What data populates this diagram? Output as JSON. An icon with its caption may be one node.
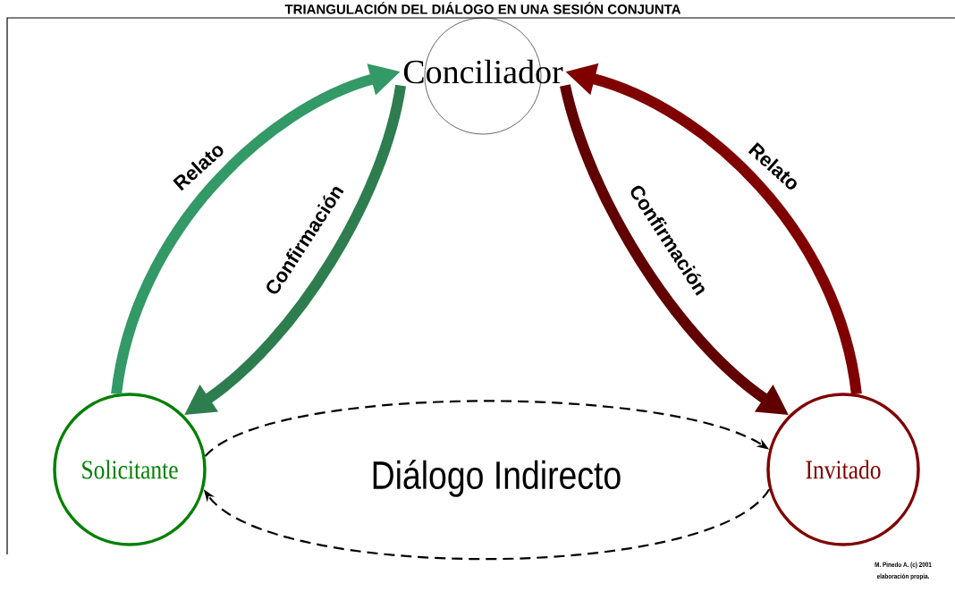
{
  "diagram": {
    "title": "TRIANGULACIÓN DEL DIÁLOGO EN UNA SESIÓN CONJUNTA",
    "nodes": [
      {
        "text": [
          "Conciliador"
        ]
      },
      {
        "text": [
          "Solicitante"
        ]
      },
      {
        "text": [
          "Invitado"
        ]
      }
    ],
    "edges": [
      {
        "from": 1,
        "to": 0,
        "arrow": "to",
        "label": "Relato",
        "color": "#339966"
      },
      {
        "from": 0,
        "to": 1,
        "arrow": "to",
        "label": "Confirmación",
        "color": "#2e7d4f"
      },
      {
        "from": 2,
        "to": 0,
        "arrow": "to",
        "label": "Relato",
        "color": "#800000"
      },
      {
        "from": 0,
        "to": 2,
        "arrow": "to",
        "label": "Confirmación",
        "color": "#600000"
      },
      {
        "from": 1,
        "to": 2,
        "arrow": "to",
        "style": "dashed",
        "color": "#000000"
      },
      {
        "from": 2,
        "to": 1,
        "arrow": "to",
        "style": "dashed",
        "color": "#000000"
      }
    ],
    "labels": [
      "Diálogo Indirecto",
      "M. Pinedo A. (c) 2001",
      "elaboración propia."
    ]
  }
}
